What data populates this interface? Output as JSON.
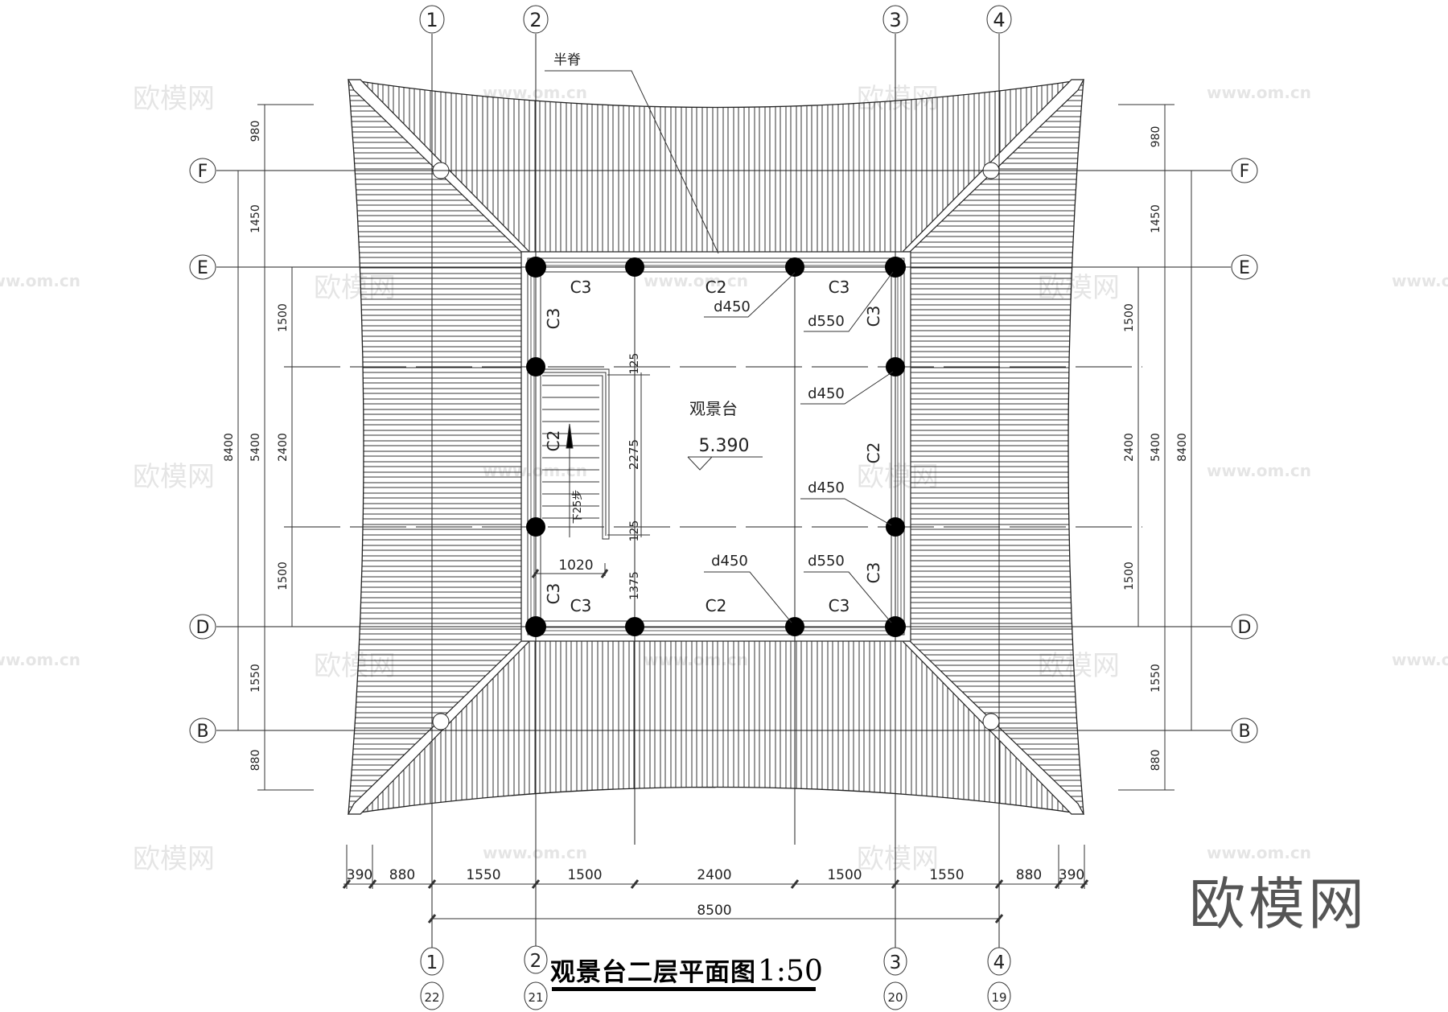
{
  "drawing": {
    "title": "观景台二层平面图",
    "scale": "1:50",
    "room_label": "观景台",
    "elevation": "5.390",
    "leader_ridge_label": "半脊",
    "stair_label": "下25步",
    "stair_width_dim": "1020",
    "stair_dims": {
      "top_offset": "125",
      "length": "2275",
      "bottom_offset": "125",
      "landing": "1375"
    }
  },
  "grid": {
    "columns_top": [
      "1",
      "2",
      "3",
      "4"
    ],
    "columns_bottom": [
      "1",
      "2",
      "3",
      "4"
    ],
    "columns_bottom_alt": [
      "22",
      "21",
      "20",
      "19"
    ],
    "rows_left": [
      "F",
      "E",
      "D",
      "B"
    ],
    "rows_right": [
      "F",
      "E",
      "D",
      "B"
    ]
  },
  "dimensions": {
    "bottom_chain": [
      "390",
      "880",
      "1550",
      "1500",
      "2400",
      "1500",
      "1550",
      "880",
      "390"
    ],
    "bottom_total": "8500",
    "left_outer": [
      "980",
      "1450",
      "1550",
      "880"
    ],
    "left_inner": [
      "1500",
      "2400",
      "1500"
    ],
    "left_mid_total": "5400",
    "left_total": "8400",
    "right_outer": [
      "980",
      "1450",
      "1550",
      "880"
    ],
    "right_inner": [
      "1500",
      "2400",
      "1500"
    ],
    "right_mid_total": "5400",
    "right_total": "8400"
  },
  "beams": {
    "top": [
      "C3",
      "C2",
      "C3"
    ],
    "bottom": [
      "C3",
      "C2",
      "C3"
    ],
    "left": [
      "C3",
      "C2",
      "C3"
    ],
    "right": [
      "C3",
      "C2",
      "C3"
    ]
  },
  "column_callouts": [
    {
      "label": "d450",
      "target": "top-inner-right"
    },
    {
      "label": "d550",
      "target": "top-right-corner"
    },
    {
      "label": "d450",
      "target": "right-upper"
    },
    {
      "label": "d450",
      "target": "right-lower"
    },
    {
      "label": "d450",
      "target": "bottom-inner-right"
    },
    {
      "label": "d550",
      "target": "bottom-right-corner"
    }
  ],
  "watermark": {
    "logo_text": "欧模网",
    "url_text": "www.om.cn"
  }
}
